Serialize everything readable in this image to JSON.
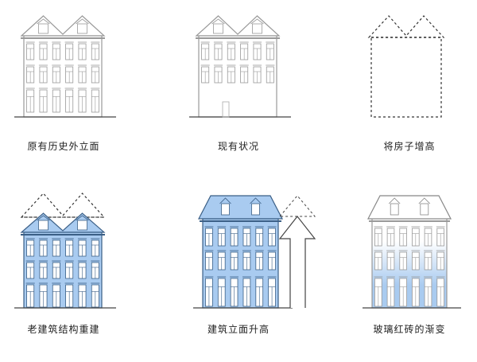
{
  "panels": [
    {
      "label": "原有历史外立面",
      "style": "gable",
      "fill": "none",
      "outline": "#999999"
    },
    {
      "label": "现有状况",
      "style": "gable-shop",
      "fill": "none",
      "outline": "#999999"
    },
    {
      "label": "将房子增高",
      "style": "dashed",
      "fill": "none",
      "outline": "#333333"
    },
    {
      "label": "老建筑结构重建",
      "style": "gable-rebuilt",
      "fill": "#a9cbf0",
      "outline": "#3b5f86"
    },
    {
      "label": "建筑立面升高",
      "style": "mansard-raised",
      "fill": "#a9cbf0",
      "outline": "#3b5f86"
    },
    {
      "label": "玻璃红砖的渐变",
      "style": "mansard-gradient",
      "fill": "#a9cbf0",
      "outline": "#888888"
    }
  ]
}
